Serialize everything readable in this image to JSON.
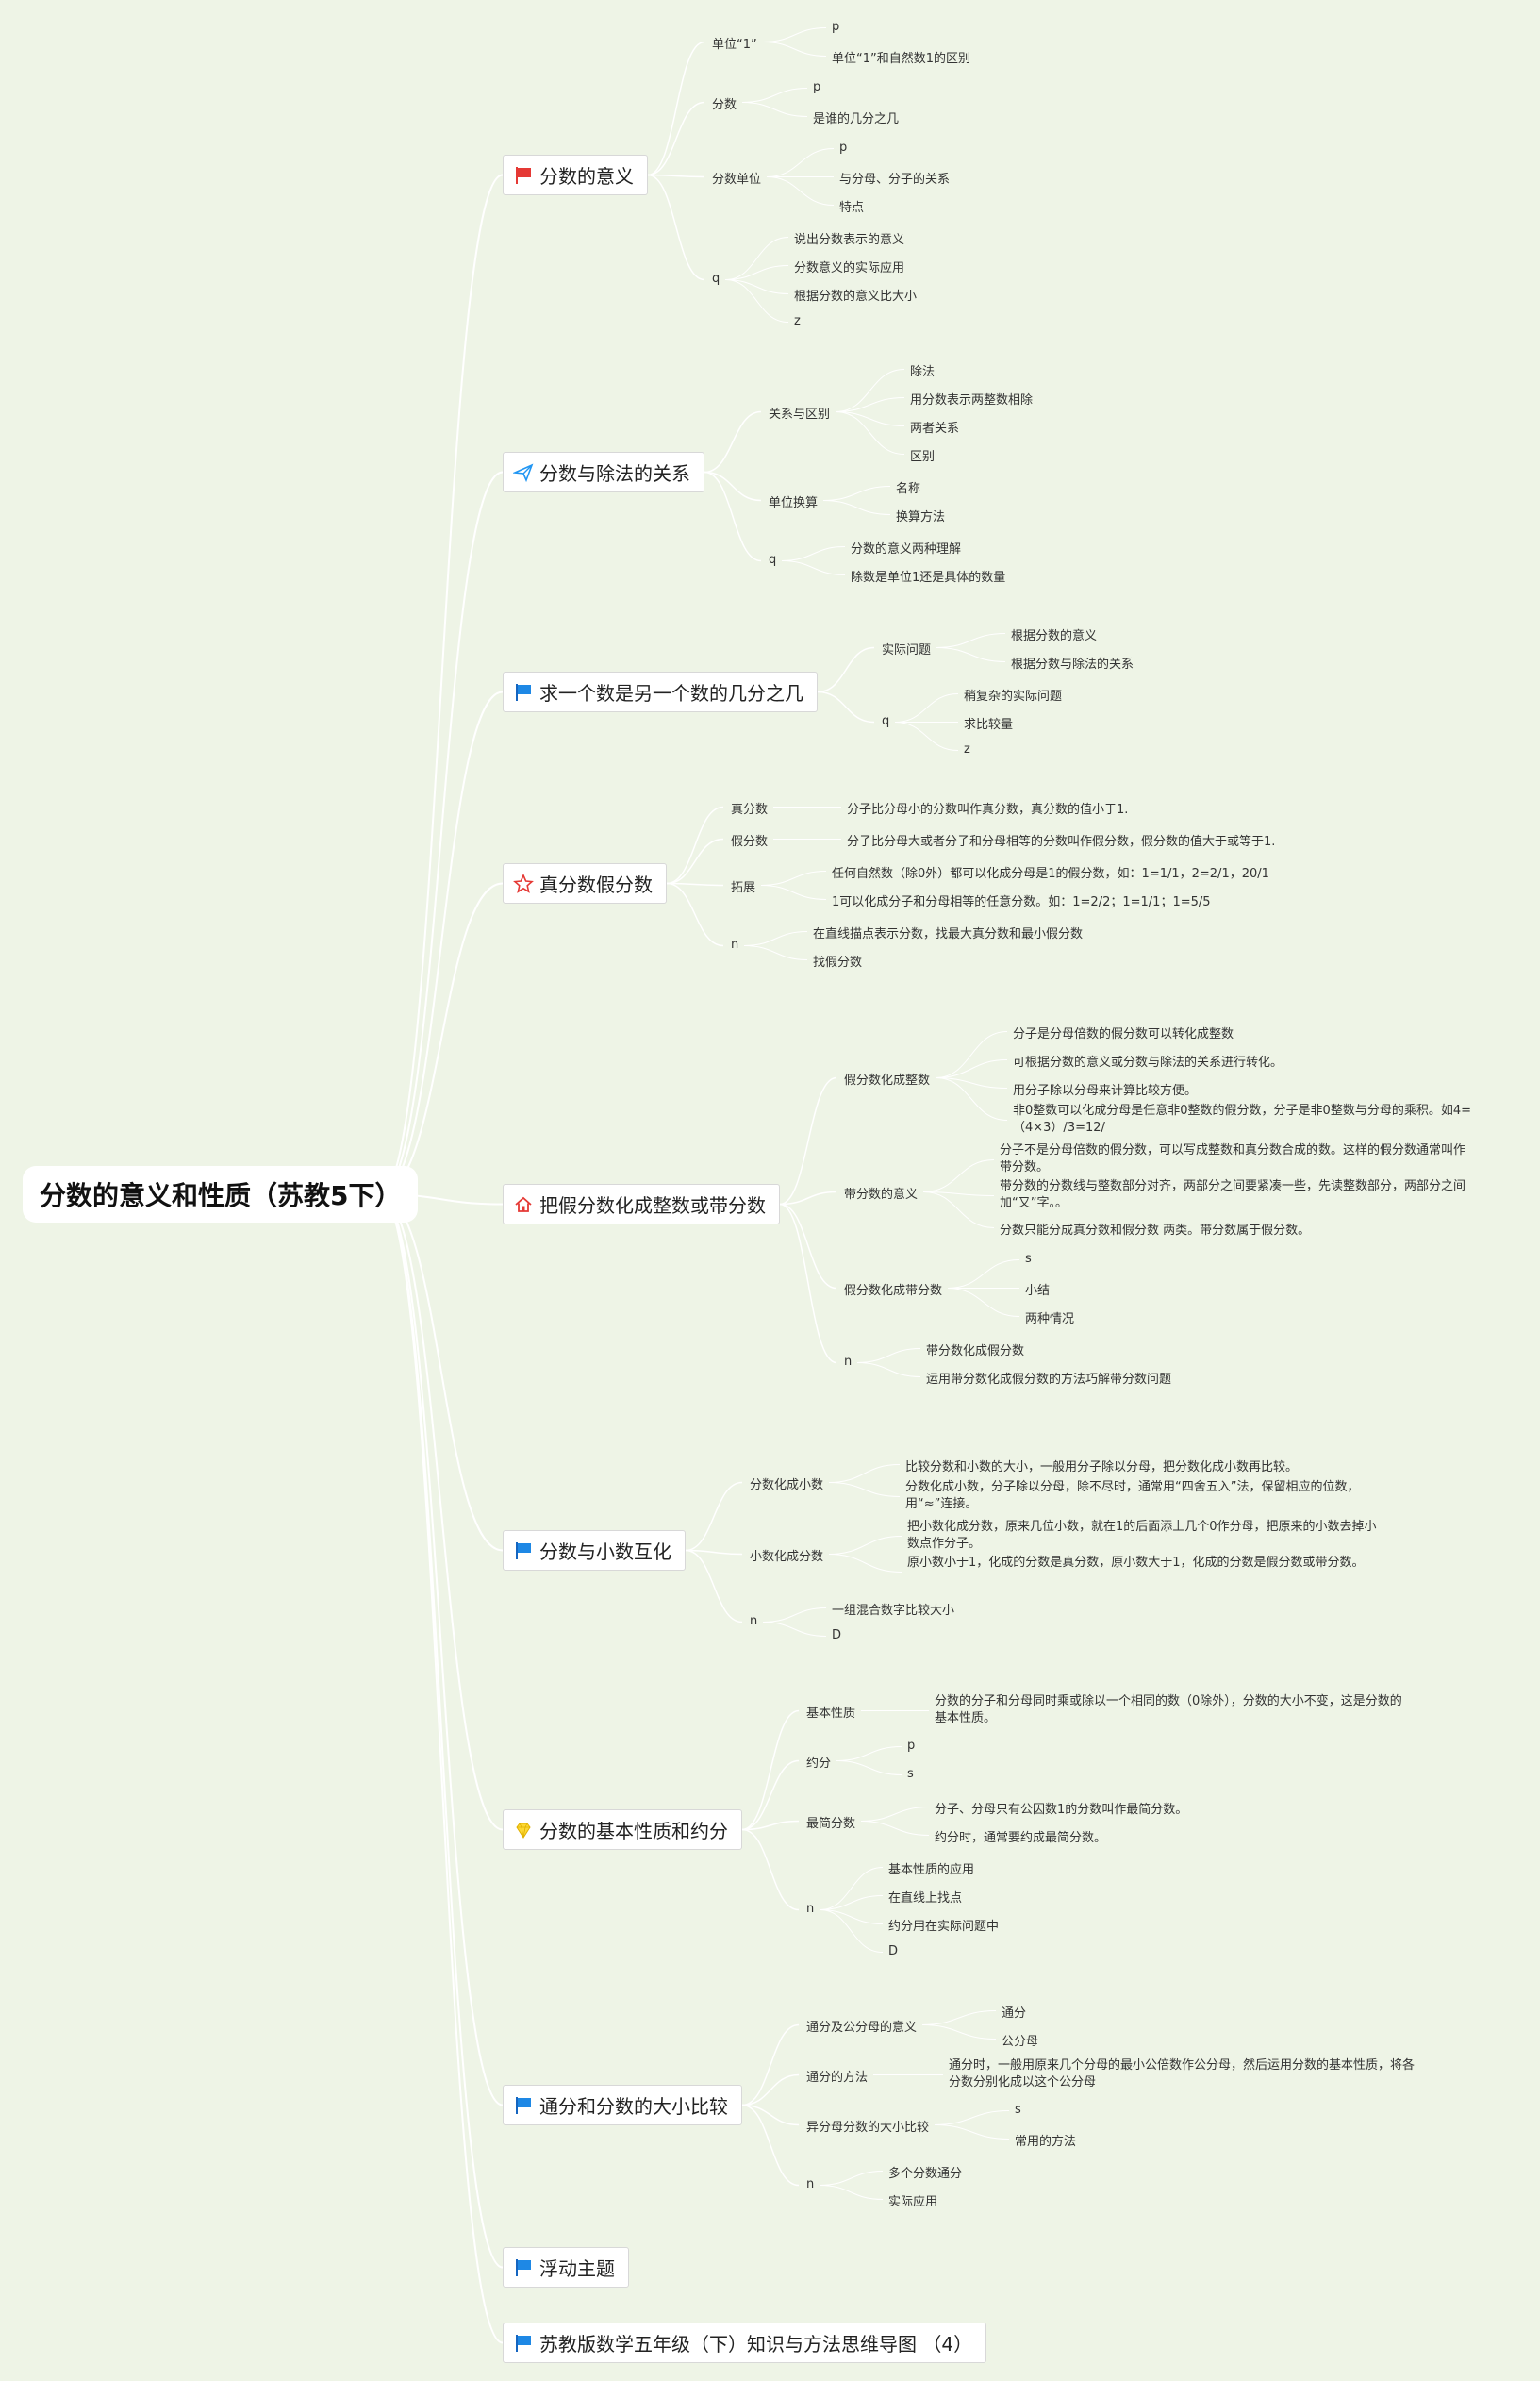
{
  "root": {
    "title": "分数的意义和性质（苏教5下）"
  },
  "topics": [
    {
      "label": "分数的意义",
      "icon": "red-flag-icon",
      "color": "#e53935",
      "children": [
        {
          "label": "单位“1”",
          "children": [
            "p",
            "单位“1”和自然数1的区别"
          ]
        },
        {
          "label": "分数",
          "children": [
            "p",
            "是谁的几分之几"
          ]
        },
        {
          "label": "分数单位",
          "children": [
            "p",
            "与分母、分子的关系",
            "特点"
          ]
        },
        {
          "label": "q",
          "children": [
            "说出分数表示的意义",
            "分数意义的实际应用",
            "根据分数的意义比大小",
            "z"
          ]
        }
      ]
    },
    {
      "label": "分数与除法的关系",
      "icon": "paper-plane-icon",
      "color": "#2196f3",
      "children": [
        {
          "label": "关系与区别",
          "children": [
            "除法",
            "用分数表示两整数相除",
            "两者关系",
            "区别"
          ]
        },
        {
          "label": "单位换算",
          "children": [
            "名称",
            "换算方法"
          ]
        },
        {
          "label": "q",
          "children": [
            "分数的意义两种理解",
            "除数是单位1还是具体的数量"
          ]
        }
      ]
    },
    {
      "label": "求一个数是另一个数的几分之几",
      "icon": "blue-flag-icon",
      "color": "#1e88e5",
      "children": [
        {
          "label": "实际问题",
          "children": [
            "根据分数的意义",
            "根据分数与除法的关系"
          ]
        },
        {
          "label": "q",
          "children": [
            "稍复杂的实际问题",
            "求比较量",
            "z"
          ]
        }
      ]
    },
    {
      "label": "真分数假分数",
      "icon": "star-outline-icon",
      "color": "#e53935",
      "children": [
        {
          "label": "真分数",
          "children": [
            "分子比分母小的分数叫作真分数，真分数的值小于1."
          ]
        },
        {
          "label": "假分数",
          "children": [
            "分子比分母大或者分子和分母相等的分数叫作假分数，假分数的值大于或等于1."
          ]
        },
        {
          "label": "拓展",
          "children": [
            "任何自然数（除0外）都可以化成分母是1的假分数，如：1=1/1，2=2/1，20/1",
            "1可以化成分子和分母相等的任意分数。如：1=2/2；1=1/1；1=5/5"
          ]
        },
        {
          "label": "n",
          "children": [
            "在直线描点表示分数，找最大真分数和最小假分数",
            "找假分数"
          ]
        }
      ]
    },
    {
      "label": "把假分数化成整数或带分数",
      "icon": "home-icon",
      "color": "#e53935",
      "children": [
        {
          "label": "假分数化成整数",
          "children": [
            "分子是分母倍数的假分数可以转化成整数",
            "可根据分数的意义或分数与除法的关系进行转化。",
            "用分子除以分母来计算比较方便。",
            "非0整数可以化成分母是任意非0整数的假分数，分子是非0整数与分母的乘积。如4=（4×3）/3=12/"
          ]
        },
        {
          "label": "带分数的意义",
          "children": [
            "分子不是分母倍数的假分数，可以写成整数和真分数合成的数。这样的假分数通常叫作带分数。",
            "带分数的分数线与整数部分对齐，两部分之间要紧凑一些，先读整数部分，两部分之间加“又”字。。",
            "分数只能分成真分数和假分数 两类。带分数属于假分数。"
          ]
        },
        {
          "label": "假分数化成带分数",
          "children": [
            "s",
            "小结",
            "两种情况"
          ]
        },
        {
          "label": "n",
          "children": [
            "带分数化成假分数",
            "运用带分数化成假分数的方法巧解带分数问题"
          ]
        }
      ]
    },
    {
      "label": "分数与小数互化",
      "icon": "blue-flag-icon",
      "color": "#1e88e5",
      "children": [
        {
          "label": "分数化成小数",
          "children": [
            "比较分数和小数的大小，一般用分子除以分母，把分数化成小数再比较。",
            "分数化成小数，分子除以分母，除不尽时，通常用“四舍五入”法，保留相应的位数，用“≈”连接。"
          ]
        },
        {
          "label": "小数化成分数",
          "children": [
            "把小数化成分数，原来几位小数，就在1的后面添上几个0作分母，把原来的小数去掉小数点作分子。",
            "原小数小于1，化成的分数是真分数，原小数大于1，化成的分数是假分数或带分数。"
          ]
        },
        {
          "label": "n",
          "children": [
            "一组混合数字比较大小",
            "D"
          ]
        }
      ]
    },
    {
      "label": "分数的基本性质和约分",
      "icon": "diamond-icon",
      "color": "#fdd835",
      "children": [
        {
          "label": "基本性质",
          "children": [
            "分数的分子和分母同时乘或除以一个相同的数（0除外），分数的大小不变，这是分数的基本性质。"
          ]
        },
        {
          "label": "约分",
          "children": [
            "p",
            "s"
          ]
        },
        {
          "label": "最简分数",
          "children": [
            "分子、分母只有公因数1的分数叫作最简分数。",
            "约分时，通常要约成最简分数。"
          ]
        },
        {
          "label": "n",
          "children": [
            "基本性质的应用",
            "在直线上找点",
            "约分用在实际问题中",
            "D"
          ]
        }
      ]
    },
    {
      "label": "通分和分数的大小比较",
      "icon": "blue-flag-icon",
      "color": "#1e88e5",
      "children": [
        {
          "label": "通分及公分母的意义",
          "children": [
            "通分",
            "公分母"
          ]
        },
        {
          "label": "通分的方法",
          "children": [
            "通分时，一般用原来几个分母的最小公倍数作公分母，然后运用分数的基本性质，将各分数分别化成以这个公分母"
          ]
        },
        {
          "label": "异分母分数的大小比较",
          "children": [
            "s",
            "常用的方法"
          ]
        },
        {
          "label": "n",
          "children": [
            "多个分数通分",
            "实际应用"
          ]
        }
      ]
    },
    {
      "label": "浮动主题",
      "icon": "blue-flag-icon",
      "color": "#1e88e5",
      "children": []
    },
    {
      "label": "苏教版数学五年级（下）知识与方法思维导图 （4）",
      "icon": "blue-flag-icon",
      "color": "#1e88e5",
      "children": []
    }
  ]
}
